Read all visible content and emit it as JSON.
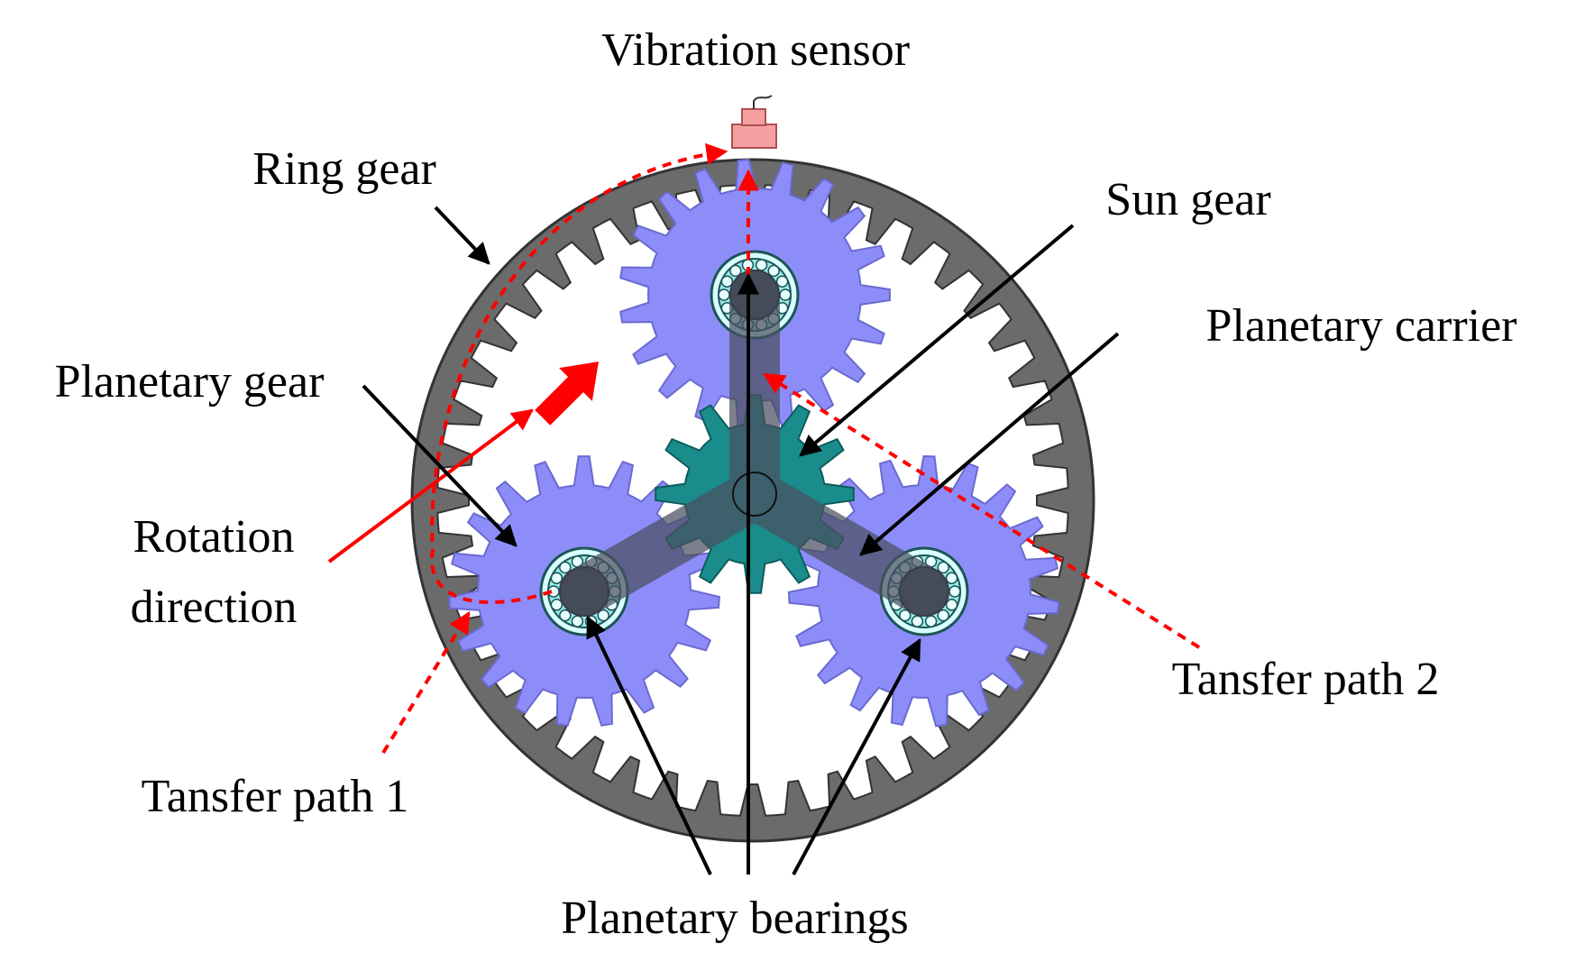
{
  "labels": {
    "vibration_sensor": "Vibration sensor",
    "ring_gear": "Ring gear",
    "sun_gear": "Sun gear",
    "planetary_carrier": "Planetary carrier",
    "planetary_gear": "Planetary gear",
    "rotation_direction_line1": "Rotation",
    "rotation_direction_line2": "direction",
    "transfer_path_1": "Tansfer path 1",
    "transfer_path_2": "Tansfer path 2",
    "planetary_bearings": "Planetary bearings"
  },
  "colors": {
    "ring_gear": "#6b6b6b",
    "planet_gear": "#8d8dfa",
    "sun_gear": "#1a8c8c",
    "carrier": "#4a5060",
    "bearing": "#a8f0f0",
    "sensor": "#f4a0a0",
    "path": "#ff0000",
    "leader": "#000000"
  },
  "structure": {
    "ring_teeth": 44,
    "planet_teeth": 19,
    "sun_teeth": 12,
    "planet_count": 3
  }
}
